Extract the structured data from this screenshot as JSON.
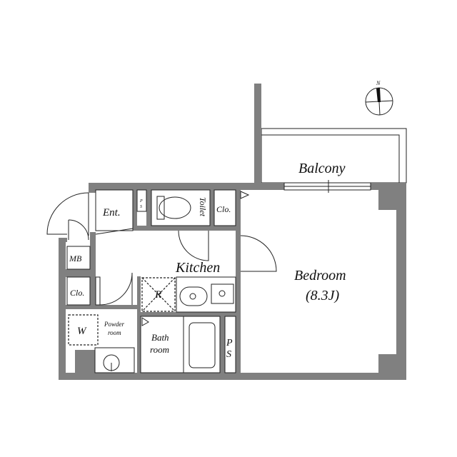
{
  "compass": {
    "north_label": "N"
  },
  "rooms": {
    "balcony": "Balcony",
    "bedroom": "Bedroom",
    "bedroom_size": "(8.3J)",
    "kitchen": "Kitchen",
    "entrance": "Ent.",
    "toilet": "Toilet",
    "closet_top": "Clo.",
    "closet_left": "Clo.",
    "meter_box": "MB",
    "refrigerator": "R",
    "washer": "W",
    "powder_room_1": "Powder",
    "powder_room_2": "room",
    "bath_room_1": "Bath",
    "bath_room_2": "room",
    "pipe_space_small_p": "P",
    "pipe_space_small_s": "S",
    "pipe_space_p": "P",
    "pipe_space_s": "S"
  },
  "colors": {
    "wall": "#808080",
    "line": "#222222"
  }
}
